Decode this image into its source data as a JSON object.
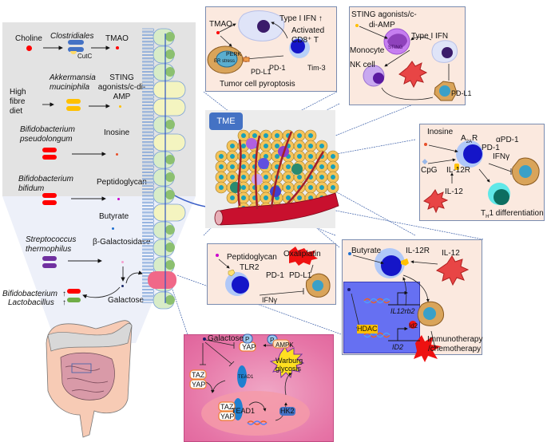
{
  "gut_panel": {
    "rows": [
      {
        "input": "Choline",
        "bacterium": "Clostridiales",
        "enzyme": "CutC",
        "product": "TMAO",
        "bacterium_color": "#4472c4",
        "dot_color": "#ff0000"
      },
      {
        "input": "High fibre diet",
        "bacterium": "Akkermansia muciniphila",
        "product": "STING agonists/c-di-AMP",
        "bacterium_color": "#ffc000",
        "dot_color": "#ffc000"
      },
      {
        "bacterium": "Bifidobacterium pseudolongum",
        "product": "Inosine",
        "bacterium_color": "#ff0000",
        "dot_color": "#e8502a"
      },
      {
        "bacterium": "Bifidobacterium bifidum",
        "product": "Peptidoglycan",
        "bacterium_color": "#ff0000",
        "dot_color": "#cc00cc"
      },
      {
        "product": "Butyrate",
        "dot_color": "#1f6fd0"
      },
      {
        "bacterium": "Streptococcus thermophilus",
        "product": "β-Galactosidase",
        "bacterium_color": "#7030a0",
        "dot_color": "#f5a0d0"
      }
    ],
    "galactose_label": "Galactose",
    "outcome": [
      {
        "label": "Bifidobacterium",
        "arrow": "↑",
        "color": "#ff0000"
      },
      {
        "label": "Lactobacillus",
        "arrow": "↑",
        "color": "#70ad47"
      }
    ]
  },
  "tme_label": "TME",
  "panel_tmao": {
    "input": "TMAO",
    "type1_ifn": "Type I IFN ↑",
    "activated_cd8": "Activated",
    "cd8_t": "CD8⁺ T",
    "perk": "PERK",
    "er_stress": "ER stress",
    "pd1": "PD-1",
    "pdl1": "PD-L1",
    "tim3": "Tim-3",
    "caption": "Tumor cell pyroptosis"
  },
  "panel_sting": {
    "title_line1": "STING agonists/c-",
    "title_line2": "di-AMP",
    "type1_ifn": "Type I IFN",
    "monocyte": "Monocyte",
    "sting": "STING",
    "nk_cell": "NK cell",
    "pdl1": "PD-L1"
  },
  "panel_inosine": {
    "inosine": "Inosine",
    "a2ar": "A",
    "a2ar_sub": "2A",
    "a2ar_r": "R",
    "apd1": "αPD-1",
    "pd1": "PD-1",
    "ifng": "IFNγ",
    "cpg": "CpG",
    "il12r": "IL-12R",
    "il12": "IL-12",
    "th1_t": "T",
    "th1_sub": "H",
    "th1_rest": "1 differentiation"
  },
  "panel_peptidoglycan": {
    "input": "Peptidoglycan",
    "oxaliplatin": "Oxaliplatin",
    "tlr2": "TLR2",
    "pd1": "PD-1",
    "pdl1": "PD-L1",
    "ifng": "IFNγ"
  },
  "panel_butyrate": {
    "butyrate": "Butyrate",
    "il12r": "IL-12R",
    "il12": "IL-12",
    "hdac": "HDAC",
    "il12rb2": "IL12rb2",
    "id2_protein": "Id2",
    "id2_gene": "ID2",
    "therapy_line1": "Immunotherapy",
    "therapy_line2": "/chemotherapy"
  },
  "panel_galactose": {
    "galactose": "Galactose",
    "p": "P",
    "yap": "YAP",
    "ampk": "AMPK",
    "taz": "TAZ",
    "tead1": "TEAD1",
    "warburg_line1": "Warburg",
    "warburg_line2": "glycosis",
    "hk2": "HK2"
  }
}
